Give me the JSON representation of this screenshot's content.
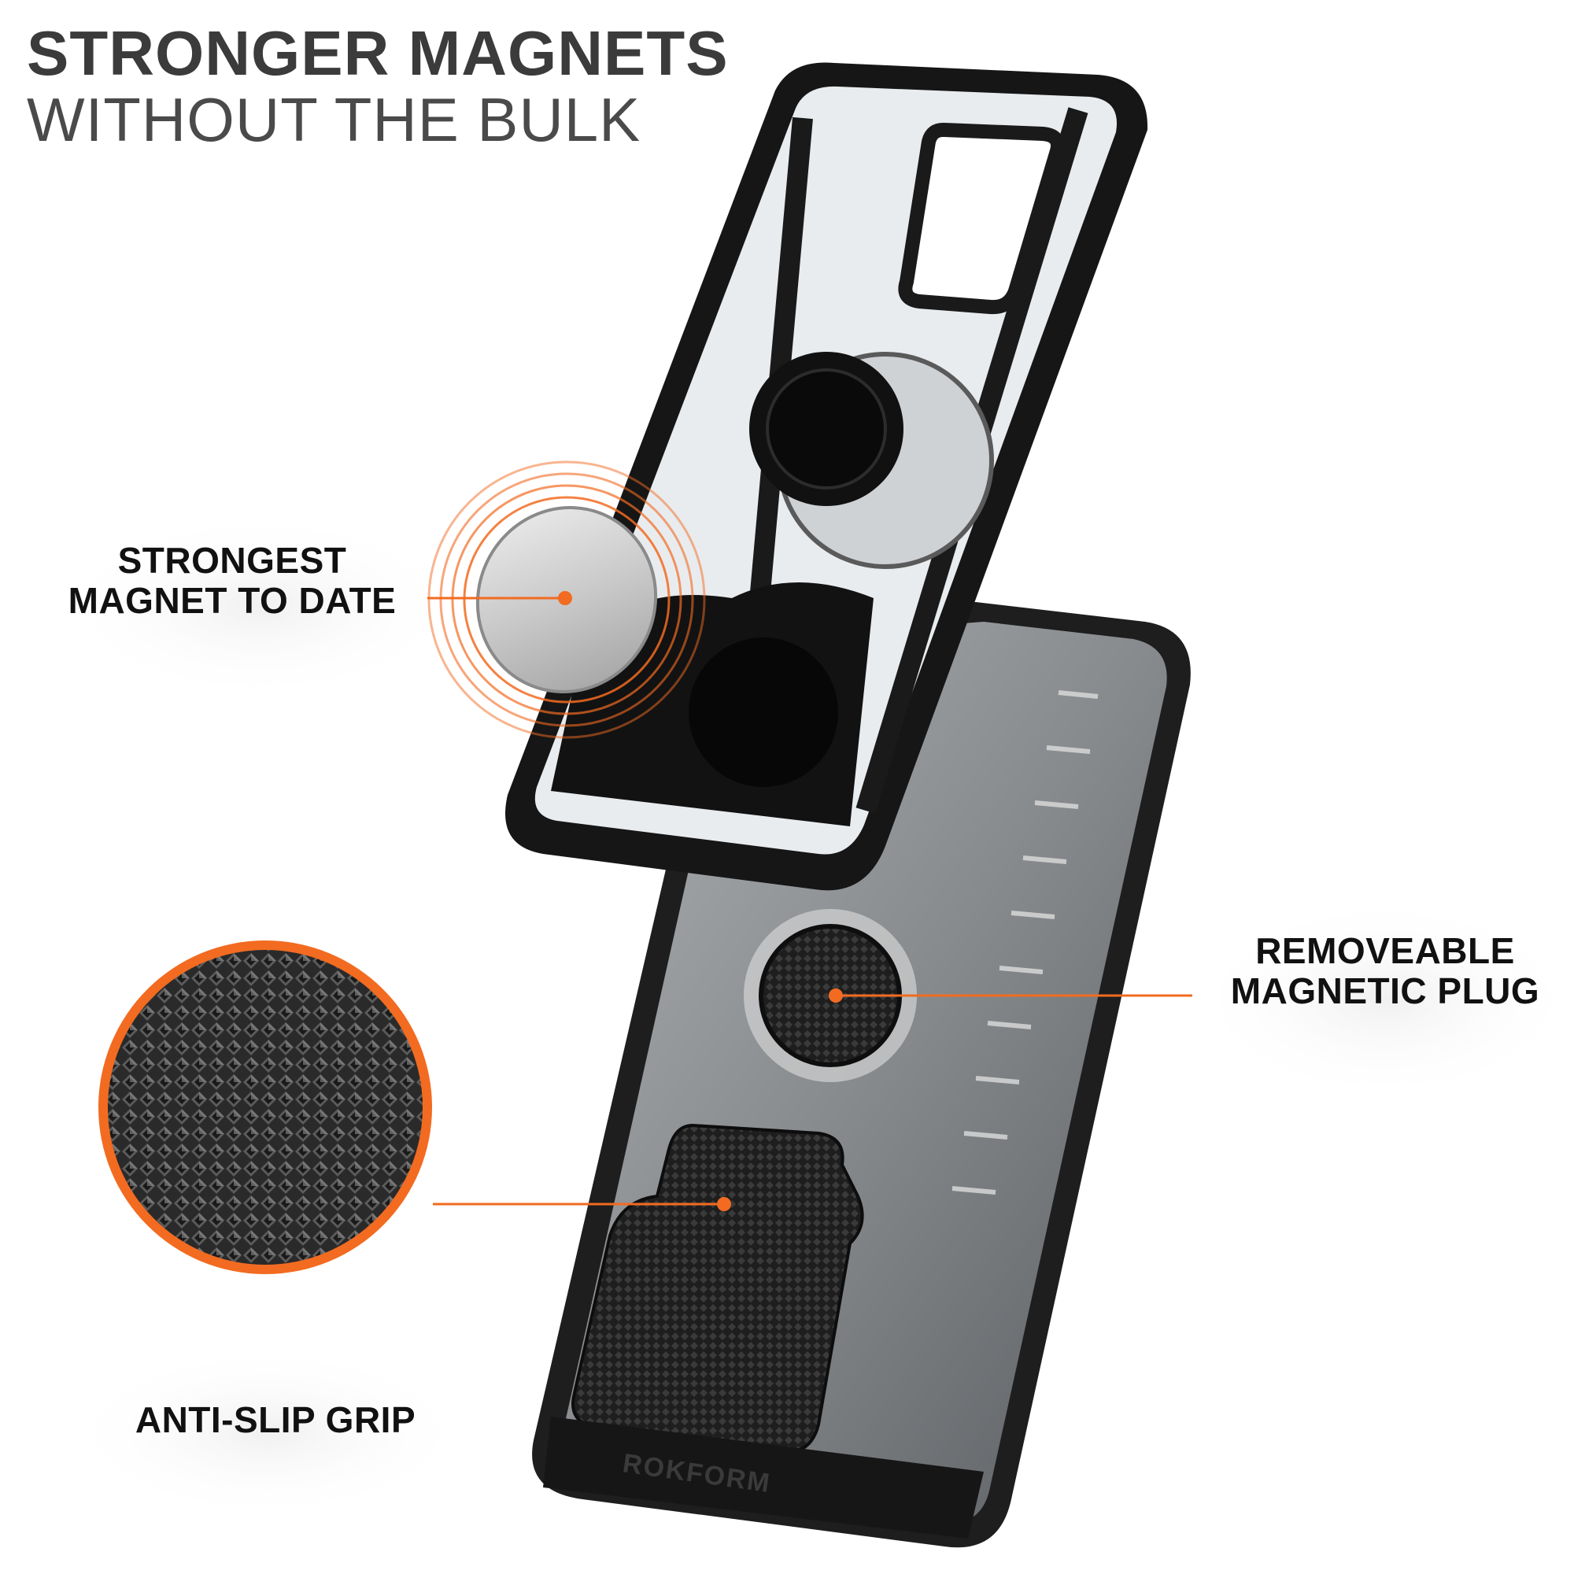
{
  "headline": {
    "line1": "STRONGER MAGNETS",
    "line2": "WITHOUT THE BULK"
  },
  "callouts": {
    "magnet": {
      "line1": "STRONGEST",
      "line2": "MAGNET TO DATE"
    },
    "plug": {
      "line1": "REMOVEABLE",
      "line2": "MAGNETIC PLUG"
    },
    "grip": {
      "line1": "ANTI-SLIP GRIP"
    }
  },
  "brand": {
    "wordmark": "ROKFORM"
  },
  "colors": {
    "accent": "#f26b21",
    "heading": "#3b3b3b",
    "case_black": "#1c1c1c",
    "case_smoke": "#8a8d90",
    "magnet_silver": "#c8c8c8"
  }
}
